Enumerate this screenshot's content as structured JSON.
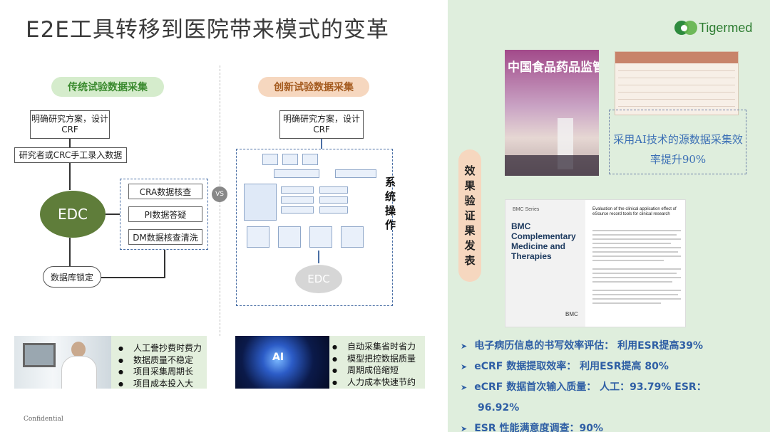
{
  "header": {
    "title": "E2E工具转移到医院带来模式的变革",
    "brand": "Tigermed"
  },
  "traditional": {
    "label": "传统试验数据采集",
    "step1": "明确研究方案，设计CRF",
    "step2": "研究者或CRC手工录入数据",
    "edc": "EDC",
    "checks": [
      "CRA数据核查",
      "PI数据答疑",
      "DM数据核查清洗"
    ],
    "lock": "数据库锁定",
    "bullets": [
      "人工誊抄费时费力",
      "数据质量不稳定",
      "项目采集周期长",
      "项目成本投入大"
    ]
  },
  "vs": "VS",
  "innovative": {
    "label": "创新试验数据采集",
    "step1": "明确研究方案，设计CRF",
    "system_label": "系统操作",
    "edc": "EDC",
    "bullets": [
      "自动采集省时省力",
      "模型把控数据质量",
      "周期成倍缩短",
      "人力成本快速节约"
    ]
  },
  "effect": {
    "label": "效果验证果发表",
    "magazine_title": "中国食品药品监管",
    "ai_note": "采用AI技术的源数据采集效率提升90%",
    "journal_series": "BMC Series",
    "journal_name": "BMC Complementary Medicine and Therapies",
    "journal_logo": "BMC",
    "article_title": "Evaluation of the clinical application effect of eSource record tools for clinical research",
    "results": [
      "电子病历信息的书写效率评估： 利用ESR提高39%",
      "eCRF 数据提取效率： 利用ESR提高 80%",
      "eCRF 数据首次输入质量： 人工：93.79% ESR：",
      "96.92%",
      "ESR 性能满意度调查：90%"
    ]
  },
  "footer": {
    "confidential": "Confidential"
  }
}
